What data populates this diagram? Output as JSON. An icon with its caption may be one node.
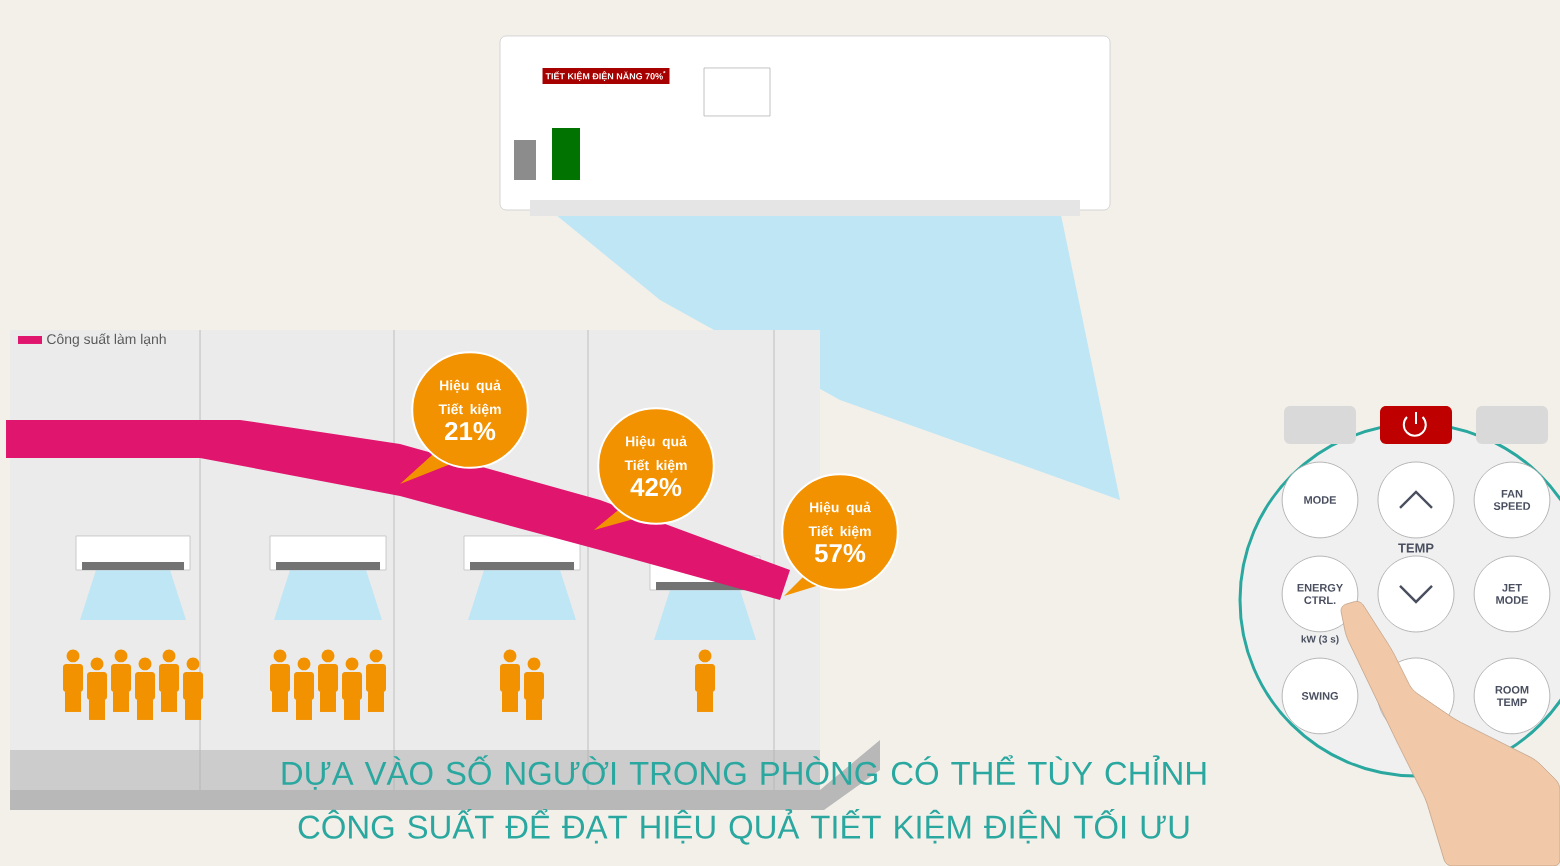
{
  "diagram": {
    "caption": "DỰA VÀO SỐ NGƯỜI TRONG PHÒNG CÓ THỂ TÙY CHỈNH CÔNG SUẤT ĐỂ ĐẠT HIỆU QUẢ TIẾT KIỆM ĐIỆN TỐI ƯU",
    "nodes": [
      {
        "text": [
          "Hiệu quả Tiết kiệm",
          "21%"
        ]
      },
      {
        "text": [
          "Hiệu quả Tiết kiệm",
          "42%"
        ]
      },
      {
        "text": [
          "Hiệu quả Tiết kiệm",
          "57%"
        ]
      }
    ],
    "labels": [
      "TIẾT KIỆM ĐIỆN NĂNG 70%$^{*}$",
      "MODE",
      "FAN SPEED",
      "TEMP",
      "ENERGY CTRL.",
      "JET MODE",
      "kW (3 s)",
      "SWING",
      "ROOM TEMP"
    ],
    "legend": [
      {
        "text": "Công suất làm lạnh",
        "color": "#e0156e"
      }
    ]
  }
}
